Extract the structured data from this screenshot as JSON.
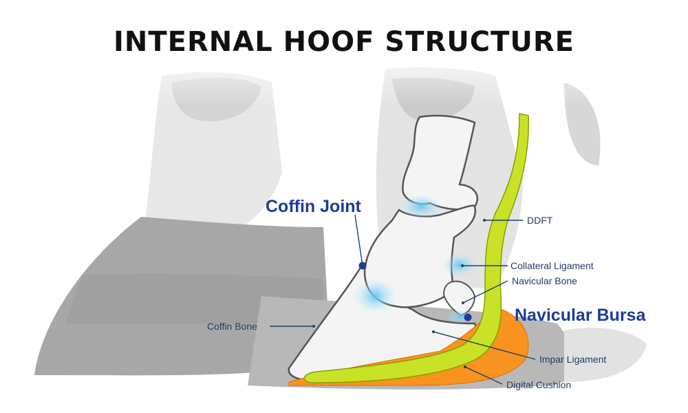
{
  "title": "INTERNAL HOOF STRUCTURE",
  "labels": {
    "coffin_joint": "Coffin Joint",
    "ddft": "DDFT",
    "collateral_ligament": "Collateral Ligament",
    "navicular_bone": "Navicular Bone",
    "navicular_bursa": "Navicular Bursa",
    "coffin_bone": "Coffin Bone",
    "impar_ligament": "Impar Ligament",
    "digital_cushion": "Digital Cushion"
  },
  "colors": {
    "tendon": "#c9e227",
    "cushion": "#f7931e",
    "joint_glow": "#7fd3f5",
    "marker": "#1d3c99"
  }
}
